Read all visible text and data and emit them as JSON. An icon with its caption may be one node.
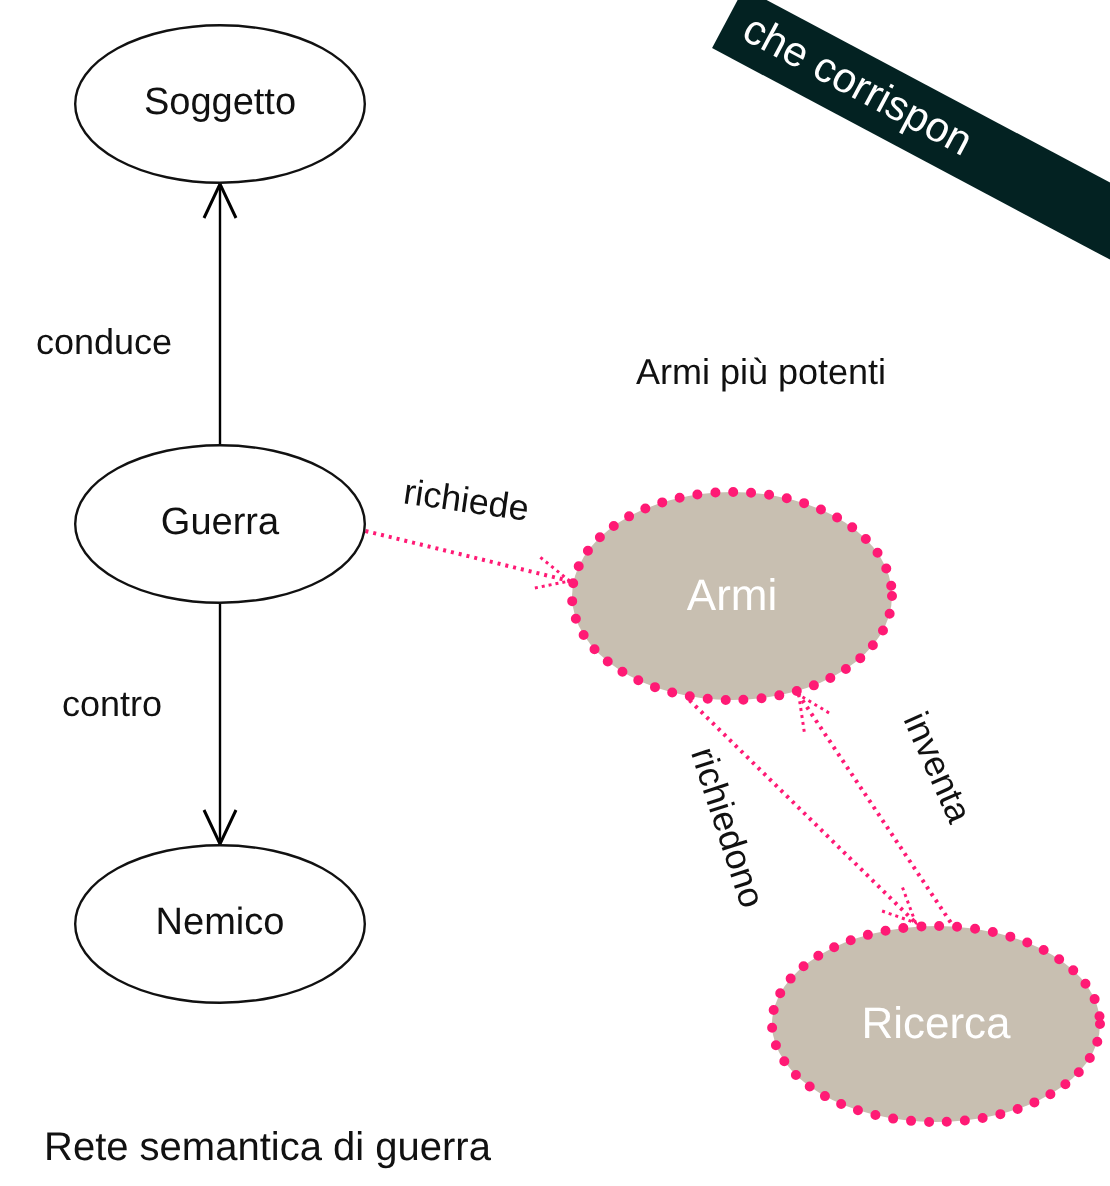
{
  "diagram": {
    "title": "Rete semantica di guerra",
    "nodes": [
      {
        "text": [
          "Soggetto"
        ]
      },
      {
        "text": [
          "Guerra"
        ]
      },
      {
        "text": [
          "Nemico"
        ]
      },
      {
        "text": [
          "Armi"
        ]
      },
      {
        "text": [
          "Ricerca"
        ]
      }
    ],
    "edges": [
      {
        "from": 1,
        "to": 0,
        "arrow": "to",
        "label": "conduce",
        "color": "#000000"
      },
      {
        "from": 1,
        "to": 2,
        "arrow": "to",
        "label": "contro",
        "color": "#000000"
      },
      {
        "from": 1,
        "to": 3,
        "arrow": "to",
        "label": "richiede",
        "style": "dashed"
      },
      {
        "from": 3,
        "to": 4,
        "arrow": "to",
        "label": "richiedono",
        "style": "dashed"
      },
      {
        "from": 4,
        "to": 3,
        "arrow": "to",
        "label": "inventa",
        "style": "dashed"
      }
    ],
    "labels": [
      "Armi più potenti",
      "che corrispon"
    ]
  }
}
